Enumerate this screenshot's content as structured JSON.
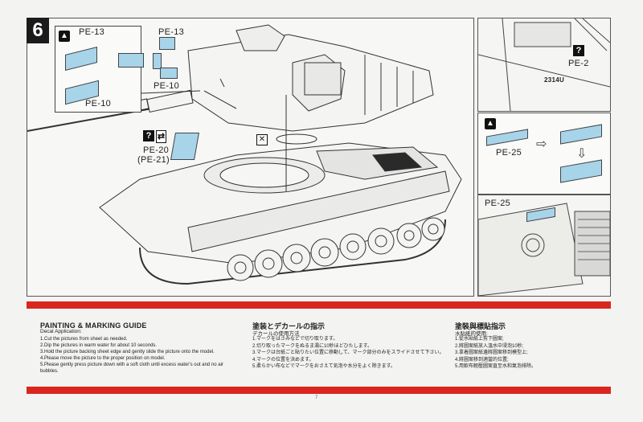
{
  "step": {
    "number": "6"
  },
  "labels": {
    "pe13_inset": "PE-13",
    "pe10_inset": "PE-10",
    "pe13": "PE-13",
    "pe10": "PE-10",
    "pe20": "PE-20",
    "pe21": "(PE-21)",
    "pe2": "PE-2",
    "serial": "2314U",
    "pe25": "PE-25",
    "pe25_installed": "PE-25"
  },
  "icons": {
    "question": "?",
    "flip": "⇄",
    "cross": "✕",
    "top_view": "top-view-icon",
    "arrow_right": "arrow-right-icon",
    "arrow_down": "arrow-down-icon"
  },
  "colors": {
    "accent_red": "#d9261f",
    "pe_part_blue": "#a8d4ea",
    "badge_black": "#1b1b1b"
  },
  "guide_en": {
    "title": "PAINTING & MARKING GUIDE",
    "subtitle": "Decal Application:",
    "steps": [
      "1.Cut the pictures from sheet as needed.",
      "2.Dip the pictures in warm water for about 10 seconds.",
      "3.Hold the picture backing sheet edge and gently slide the picture onto the model.",
      "4.Please move the picture to the proper position on model.",
      "5.Please gently press picture down with a soft cloth until excess water's out and no air bubbles."
    ]
  },
  "guide_jp": {
    "title": "塗装とデカールの指示",
    "subtitle": "デカールの使用方法",
    "steps": [
      "1.マークをはさみなどで切り取ります。",
      "2.切り取ったマークをぬるま湯に10秒ほどひたします。",
      "3.マークは台紙ごと貼りたい位置に移動して、マーク部分のみをスライドさせて下さい。",
      "4.マークの位置を決めます。",
      "5.柔らかい布などでマークをおさえて気泡や水分をよく除きます。"
    ]
  },
  "guide_cn": {
    "title": "塗裝與標貼指示",
    "subtitle": "水貼紙的使用:",
    "steps": [
      "1.從水貼紙上剪下圖案;",
      "2.將圖案紙放入溫水中浸泡10秒;",
      "3.拿着圖案紙邊將圖案移到模型上;",
      "4.將圖案移到適當的位置;",
      "5.用軟布輕壓圖案直至水和氣泡排除。"
    ]
  },
  "page": {
    "number": "7"
  }
}
